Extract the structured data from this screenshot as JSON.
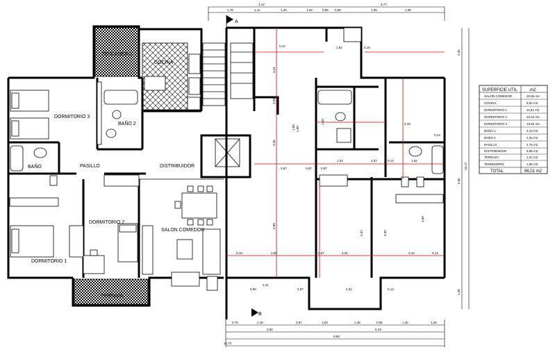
{
  "section_marks": {
    "a": "A",
    "b": "B"
  },
  "rooms": {
    "tendedero": "TENDEDERO",
    "cocina": "COCINA",
    "dormitorio3": "DORMITORIO 3",
    "bano2": "BAÑO 2",
    "pasillo": "PASILLO",
    "distribuidor": "DISTRIBUIDOR",
    "bano": "BAÑO",
    "dormitorio2": "DORMITORIO 2",
    "salon": "SALON COMEDOR",
    "dormitorio1": "DORMITORIO 1",
    "terraza": "TERRAZA"
  },
  "dims_top_row1": [
    "1,70",
    "1,11",
    "1,26",
    "1,02",
    "0,85",
    "0,85",
    "1,35",
    "1,65"
  ],
  "dims_top_row2": [
    "4,12",
    "6,77"
  ],
  "dims_bottom_row1": [
    "0,75",
    "1,49",
    "0,87",
    "1,53",
    "1,35",
    "0,85",
    "1,35",
    "1,26"
  ],
  "dims_bottom_row2": [
    "3,82",
    "6,23"
  ],
  "dims_bottom_total": "9,69",
  "dims_bottom_left": "10,74",
  "dims_right": [
    "2,35",
    "10,17",
    "5,85",
    "1,40"
  ],
  "dims_interior": [
    "0,14",
    "3,24",
    "3,05",
    "3,80",
    "3,67",
    "0,10",
    "3,80",
    "0,87",
    "3,34",
    "3,18",
    "0,14",
    "1,62",
    "1,80",
    "0,97",
    "3,78",
    "0,15",
    "3,68",
    "1,50",
    "1,50",
    "0,87",
    "1,34",
    "3,37",
    "0,13",
    "1,92",
    "2,97",
    "0,90",
    "0,97",
    "2,31",
    "0,13",
    "3,58",
    "3,50",
    "1,31",
    "0,14"
  ],
  "table": {
    "title": "SUPERFICIE UTIL",
    "unit": "m2",
    "rows": [
      {
        "name": "SALON COMEDOR",
        "value": "20,65 m2"
      },
      {
        "name": "COCINA",
        "value": "8,82 m2"
      },
      {
        "name": "DORMITORIO 1",
        "value": "11,51 m2"
      },
      {
        "name": "DORMITORIO 2",
        "value": "10,34 m2"
      },
      {
        "name": "DORMITORIO 3",
        "value": "10,82 m2"
      },
      {
        "name": "BAÑO 1",
        "value": "4,10 m2"
      },
      {
        "name": "BAÑO 2",
        "value": "4,25 m2"
      },
      {
        "name": "PASILLO",
        "value": "4,75 m2"
      },
      {
        "name": "DISTRIBUIDOR",
        "value": "6,86 m2"
      },
      {
        "name": "TERRAZA",
        "value": "2,31 m2"
      },
      {
        "name": "TENDEDERO",
        "value": "1,65 m2"
      }
    ],
    "total_label": "TOTAL",
    "total_value": "86,01 m2"
  }
}
